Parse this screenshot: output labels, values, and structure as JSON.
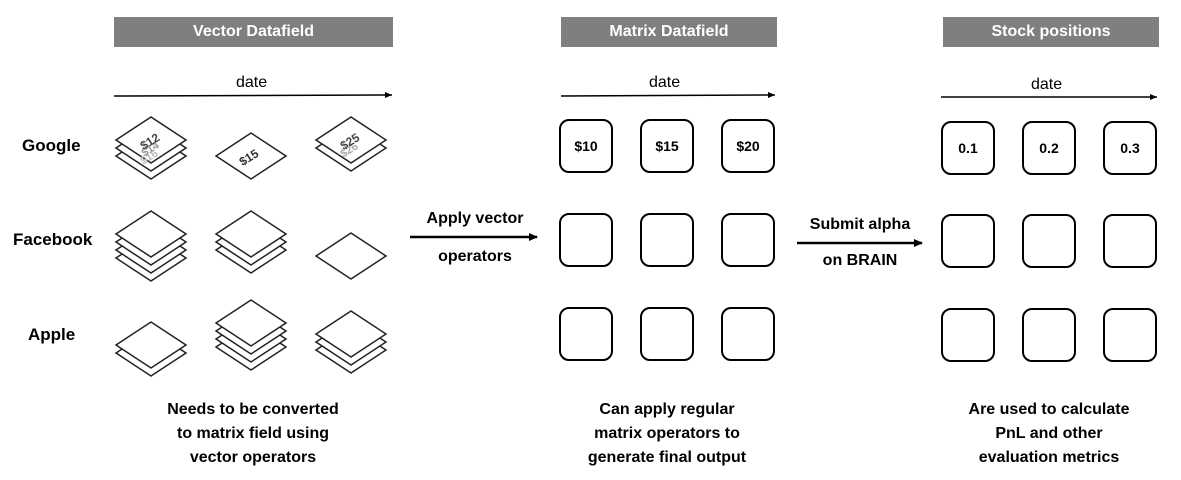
{
  "sections": {
    "vector": {
      "title": "Vector Datafield",
      "date_label": "date",
      "caption": [
        "Needs to be converted",
        "to matrix field using",
        "vector operators"
      ],
      "rows": [
        "Google",
        "Facebook",
        "Apple"
      ],
      "google_values": [
        [
          "$12",
          "$14",
          "$16"
        ],
        [
          "$15"
        ],
        [
          "$25",
          "$26"
        ]
      ]
    },
    "matrix": {
      "title": "Matrix Datafield",
      "date_label": "date",
      "caption": [
        "Can apply regular",
        "matrix operators to",
        "generate final output"
      ],
      "google_values": [
        "$10",
        "$15",
        "$20"
      ]
    },
    "positions": {
      "title": "Stock positions",
      "date_label": "date",
      "caption": [
        "Are used to calculate",
        "PnL and other",
        "evaluation metrics"
      ],
      "google_values": [
        "0.1",
        "0.2",
        "0.3"
      ]
    }
  },
  "flows": {
    "vector_to_matrix": [
      "Apply vector",
      "operators"
    ],
    "matrix_to_positions": [
      "Submit alpha",
      "on BRAIN"
    ]
  }
}
